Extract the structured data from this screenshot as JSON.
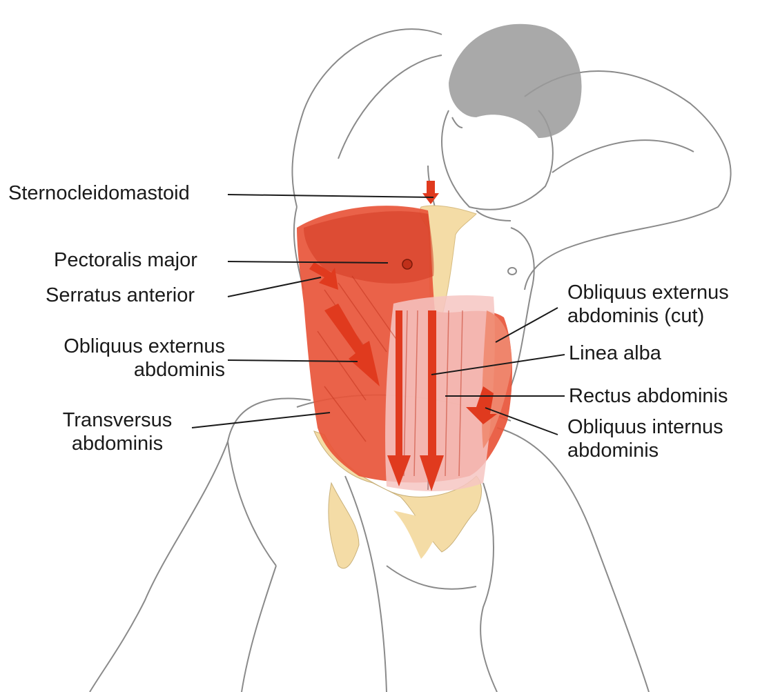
{
  "colors": {
    "outline": "#8a8a8a",
    "hair": "#9a9a9a",
    "muscle": "#e8553a",
    "muscle_dark": "#d23a22",
    "muscle_light": "#f08a70",
    "rectus_sheath": "#f6c6c2",
    "bone": "#f4dca6",
    "arrow": "#e03a1e",
    "leader_line": "#1a1a1a"
  },
  "labels": {
    "sternocleidomastoid": "Sternocleidomastoid",
    "pectoralis_major": "Pectoralis major",
    "serratus_anterior": "Serratus anterior",
    "obliquus_externus": {
      "line1": "Obliquus externus",
      "line2": "abdominis"
    },
    "transversus": {
      "line1": "Transversus",
      "line2": "abdominis"
    },
    "obliquus_externus_cut": {
      "line1": "Obliquus externus",
      "line2": "abdominis (cut)"
    },
    "linea_alba": "Linea alba",
    "rectus_abdominis": "Rectus abdominis",
    "obliquus_internus": {
      "line1": "Obliquus internus",
      "line2": "abdominis"
    }
  }
}
